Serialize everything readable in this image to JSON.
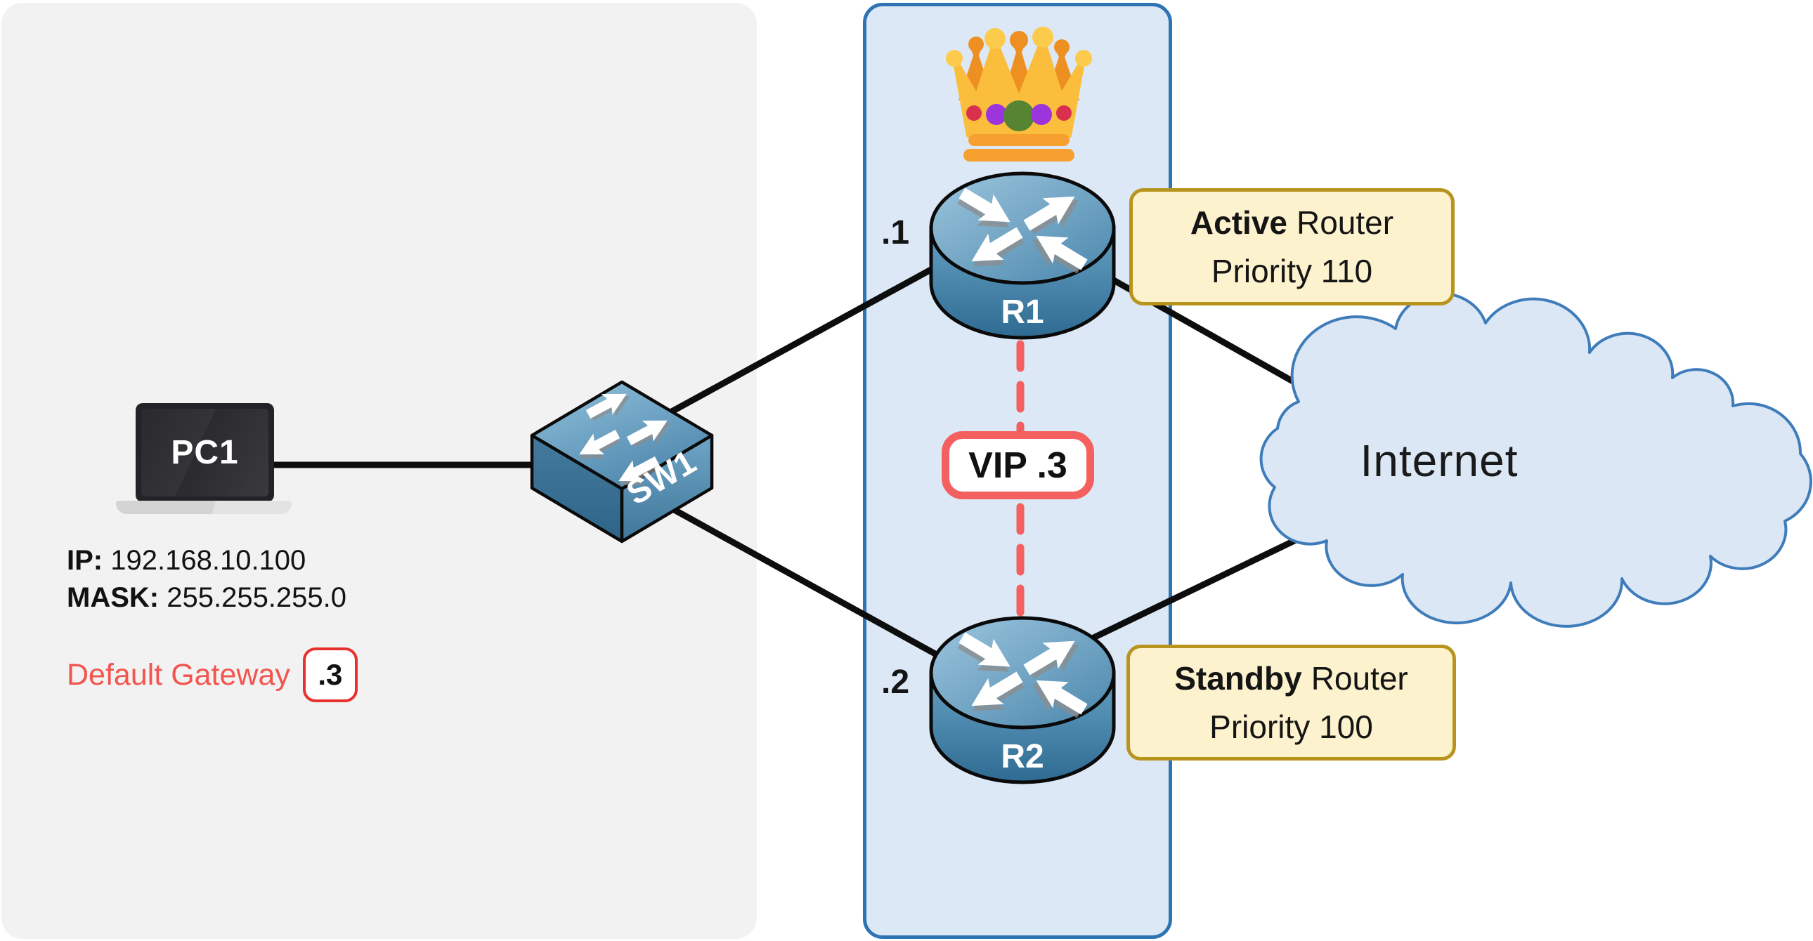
{
  "colors": {
    "panel_gray": "#F2F2F2",
    "panel_blue_fill": "#DCE8F6",
    "panel_blue_border": "#2E74B5",
    "link_black": "#0D0D0D",
    "hsrp_virtual_red": "#F4605F",
    "gateway_text_red": "#F2544E",
    "gateway_badge_border_red": "#E8312E",
    "role_box_fill": "#FCF2CD",
    "role_box_border": "#B8941F",
    "cloud_fill": "#DBE7F5",
    "cloud_border": "#3F7CBA",
    "device_blue": "#4E8BB1",
    "crown_gold": "#FBBE3C",
    "crown_orange": "#EE8F21"
  },
  "pc": {
    "name": "PC1",
    "ip_label": "IP:",
    "ip_value": "192.168.10.100",
    "mask_label": "MASK:",
    "mask_value": "255.255.255.0",
    "gateway_label": "Default Gateway",
    "gateway_value": ".3"
  },
  "switch": {
    "name": "SW1"
  },
  "hsrp": {
    "vip_label": "VIP .3",
    "r1": {
      "name": "R1",
      "ip": ".1",
      "role_strong": "Active",
      "role_rest": "Router",
      "priority": "Priority 110"
    },
    "r2": {
      "name": "R2",
      "ip": ".2",
      "role_strong": "Standby",
      "role_rest": "Router",
      "priority": "Priority 100"
    }
  },
  "cloud": {
    "label": "Internet"
  }
}
